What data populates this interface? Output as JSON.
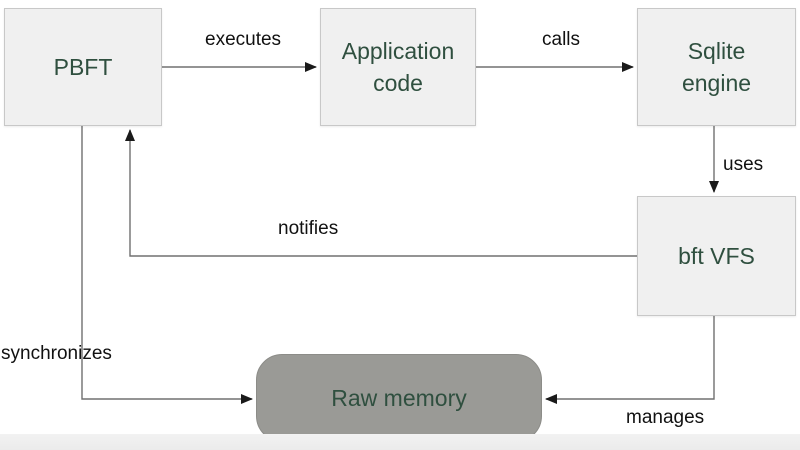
{
  "diagram": {
    "nodes": {
      "pbft": {
        "label": "PBFT"
      },
      "application_code": {
        "label": "Application\ncode"
      },
      "sqlite_engine": {
        "label": "Sqlite\nengine"
      },
      "bft_vfs": {
        "label": "bft VFS"
      },
      "raw_memory": {
        "label": "Raw memory"
      }
    },
    "edges": {
      "executes": {
        "label": "executes",
        "from": "PBFT",
        "to": "Application code"
      },
      "calls": {
        "label": "calls",
        "from": "Application code",
        "to": "Sqlite engine"
      },
      "uses": {
        "label": "uses",
        "from": "Sqlite engine",
        "to": "bft VFS"
      },
      "notifies": {
        "label": "notifies",
        "from": "bft VFS",
        "to": "PBFT"
      },
      "synchronizes": {
        "label": "synchronizes",
        "from": "PBFT",
        "to": "Raw memory"
      },
      "manages": {
        "label": "manages",
        "from": "bft VFS",
        "to": "Raw memory"
      }
    },
    "colors": {
      "box_fill": "#f0f0f0",
      "box_border": "#c8c8c8",
      "pill_fill": "#9a9a96",
      "node_text": "#2f4f3f",
      "edge": "#707070",
      "label_text": "#111111"
    }
  }
}
